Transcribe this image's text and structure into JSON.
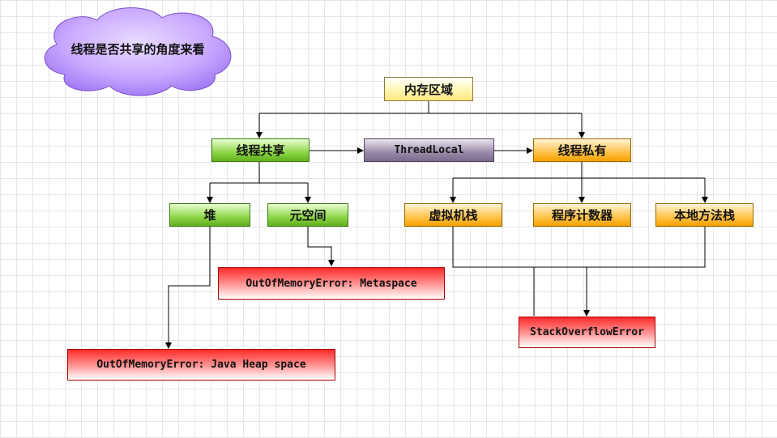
{
  "cloud": {
    "label": "线程是否共享的角度来看"
  },
  "nodes": {
    "root": "内存区域",
    "shared": "线程共享",
    "threadlocal": "ThreadLocal",
    "private": "线程私有",
    "heap": "堆",
    "metaspace": "元空间",
    "vm_stack": "虚拟机栈",
    "pc_register": "程序计数器",
    "native_stack": "本地方法栈",
    "oom_metaspace": "OutOfMemoryError: Metaspace",
    "oom_heap": "OutOfMemoryError: Java Heap space",
    "stack_overflow": "StackOverflowError"
  },
  "colors": {
    "yellow": "#fff7b3",
    "green": "#8fd64a",
    "purple": "#9a8aa8",
    "orange": "#ffc34a",
    "red": "#ff2a2a",
    "cloud": "#c9a8ff"
  }
}
